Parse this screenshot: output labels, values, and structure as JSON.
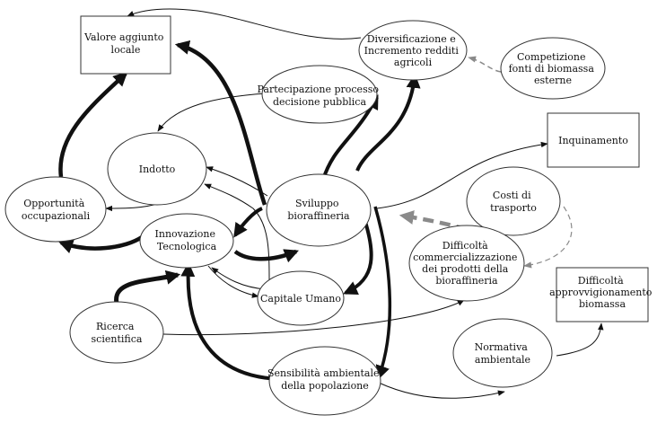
{
  "diagram": {
    "colors": {
      "line": "#111111",
      "dashed": "#8a8a8a",
      "text": "#111111"
    },
    "nodes": {
      "valore": {
        "shape": "box",
        "lines": [
          "Valore aggiunto",
          "locale"
        ]
      },
      "diversificazione": {
        "shape": "ellipse",
        "lines": [
          "Diversificazione e",
          "Incremento redditi",
          "agricoli"
        ]
      },
      "competizione": {
        "shape": "ellipse",
        "lines": [
          "Competizione",
          "fonti di biomassa",
          "esterne"
        ]
      },
      "partecipazione": {
        "shape": "ellipse",
        "lines": [
          "Partecipazione processo",
          "decisione pubblica"
        ]
      },
      "indotto": {
        "shape": "ellipse",
        "lines": [
          "Indotto"
        ]
      },
      "inquinamento": {
        "shape": "box",
        "lines": [
          "Inquinamento"
        ]
      },
      "opportunita": {
        "shape": "ellipse",
        "lines": [
          "Opportunità",
          "occupazionali"
        ]
      },
      "sviluppo": {
        "shape": "ellipse",
        "lines": [
          "Sviluppo",
          "bioraffineria"
        ]
      },
      "costi": {
        "shape": "ellipse",
        "lines": [
          "Costi di",
          "trasporto"
        ]
      },
      "innovazione": {
        "shape": "ellipse",
        "lines": [
          "Innovazione",
          "Tecnologica"
        ]
      },
      "difficolta_comm": {
        "shape": "ellipse",
        "lines": [
          "Difficoltà",
          "commercializzazione",
          "dei prodotti della",
          "bioraffineria"
        ]
      },
      "capitale": {
        "shape": "ellipse",
        "lines": [
          "Capitale Umano"
        ]
      },
      "difficolta_appr": {
        "shape": "box",
        "lines": [
          "Difficoltà",
          "approvvigionamento",
          "biomassa"
        ]
      },
      "ricerca": {
        "shape": "ellipse",
        "lines": [
          "Ricerca",
          "scientifica"
        ]
      },
      "normativa": {
        "shape": "ellipse",
        "lines": [
          "Normativa",
          "ambientale"
        ]
      },
      "sensibilita": {
        "shape": "ellipse",
        "lines": [
          "Sensibilità ambientale",
          "della popolazione"
        ]
      }
    },
    "links": [
      {
        "from": "sviluppo",
        "to": "valore",
        "weight": "heavy"
      },
      {
        "from": "opportunita",
        "to": "valore",
        "weight": "heavy"
      },
      {
        "from": "sviluppo",
        "to": "diversificazione",
        "weight": "heavy"
      },
      {
        "from": "sviluppo",
        "to": "partecipazione",
        "weight": "heavy"
      },
      {
        "from": "sviluppo",
        "to": "innovazione",
        "weight": "heavy"
      },
      {
        "from": "sviluppo",
        "to": "capitale",
        "weight": "heavy"
      },
      {
        "from": "sviluppo",
        "to": "sensibilita",
        "weight": "heavy"
      },
      {
        "from": "innovazione",
        "to": "opportunita",
        "weight": "heavy"
      },
      {
        "from": "innovazione",
        "to": "sviluppo",
        "weight": "heavy"
      },
      {
        "from": "ricerca",
        "to": "innovazione",
        "weight": "heavy"
      },
      {
        "from": "sensibilita",
        "to": "innovazione",
        "weight": "heavy"
      },
      {
        "from": "diversificazione",
        "to": "valore",
        "weight": "thin"
      },
      {
        "from": "partecipazione",
        "to": "indotto",
        "weight": "thin"
      },
      {
        "from": "sviluppo",
        "to": "indotto",
        "weight": "thin"
      },
      {
        "from": "indotto",
        "to": "opportunita",
        "weight": "thin"
      },
      {
        "from": "sviluppo",
        "to": "inquinamento",
        "weight": "thin"
      },
      {
        "from": "capitale",
        "to": "innovazione",
        "weight": "thin"
      },
      {
        "from": "innovazione",
        "to": "capitale",
        "weight": "thin"
      },
      {
        "from": "capitale",
        "to": "indotto",
        "weight": "thin"
      },
      {
        "from": "ricerca",
        "to": "difficolta_comm",
        "weight": "thin"
      },
      {
        "from": "sensibilita",
        "to": "normativa",
        "weight": "thin"
      },
      {
        "from": "normativa",
        "to": "difficolta_appr",
        "weight": "thin"
      },
      {
        "from": "competizione",
        "to": "diversificazione",
        "weight": "dashed"
      },
      {
        "from": "costi",
        "to": "difficolta_comm",
        "weight": "dashed"
      },
      {
        "from": "difficolta_comm",
        "to": "sviluppo",
        "weight": "dashed-heavy"
      }
    ]
  }
}
